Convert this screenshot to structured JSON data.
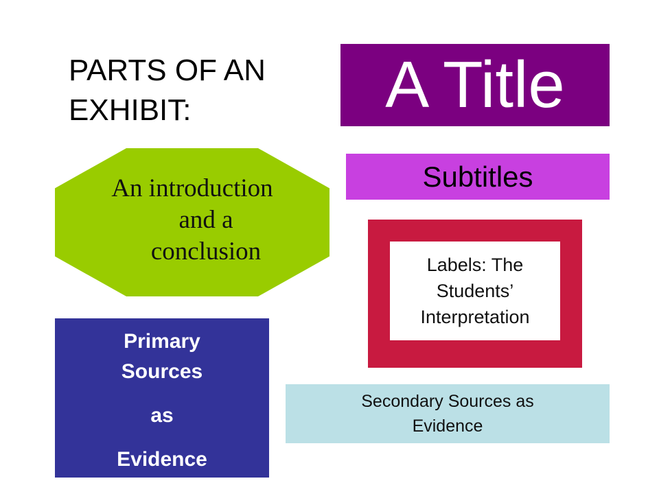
{
  "heading": {
    "line1": "PARTS OF AN",
    "line2": "EXHIBIT:"
  },
  "title_box": {
    "text": "A Title",
    "color": "#7b0080"
  },
  "subtitle_box": {
    "text": "Subtitles",
    "color": "#c840e0"
  },
  "intro_shape": {
    "lines": [
      "An introduction",
      "and a",
      "conclusion"
    ],
    "color": "#99cc00"
  },
  "labels_box": {
    "lines": [
      "Labels: The",
      "Students’",
      "Interpretation"
    ],
    "frame_color": "#c81a40"
  },
  "primary_box": {
    "lines": [
      "Primary",
      "Sources",
      "as",
      "Evidence"
    ],
    "color": "#333399"
  },
  "secondary_box": {
    "lines": [
      "Secondary Sources as",
      "Evidence"
    ],
    "color": "#bbe0e6"
  }
}
